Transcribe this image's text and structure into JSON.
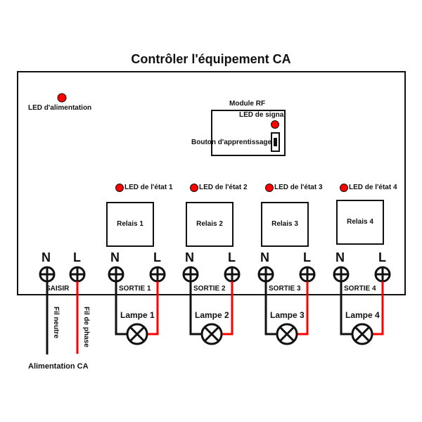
{
  "title": "Contrôler l'équipement CA",
  "power_led": {
    "label": "LED d'alimentation",
    "color": "#ff0000"
  },
  "rf_module": {
    "title": "Module RF",
    "signal_led_label": "LED de signal",
    "learn_button_label": "Bouton d'apprentissage"
  },
  "channels": [
    {
      "led_label": "LED de l'état 1",
      "relay_label": "Relais 1",
      "output_label": "SORTIE 1",
      "lamp_label": "Lampe 1"
    },
    {
      "led_label": "LED de l'état 2",
      "relay_label": "Relais 2",
      "output_label": "SORTIE 2",
      "lamp_label": "Lampe 2"
    },
    {
      "led_label": "LED de l'état 3",
      "relay_label": "Relais 3",
      "output_label": "SORTIE 3",
      "lamp_label": "Lampe 3"
    },
    {
      "led_label": "LED de l'état 4",
      "relay_label": "Relais 4",
      "output_label": "SORTIE 4",
      "lamp_label": "Lampe 4"
    }
  ],
  "input": {
    "label": "SAISIR",
    "neutral_wire_label": "Fil neutre",
    "phase_wire_label": "Fil de phase",
    "supply_label": "Alimentation CA"
  },
  "terminal_labels": {
    "neutral": "N",
    "live": "L"
  },
  "colors": {
    "led": "#ff0000",
    "phase_wire": "#ff0000",
    "neutral_wire": "#000000",
    "outline": "#111111"
  }
}
